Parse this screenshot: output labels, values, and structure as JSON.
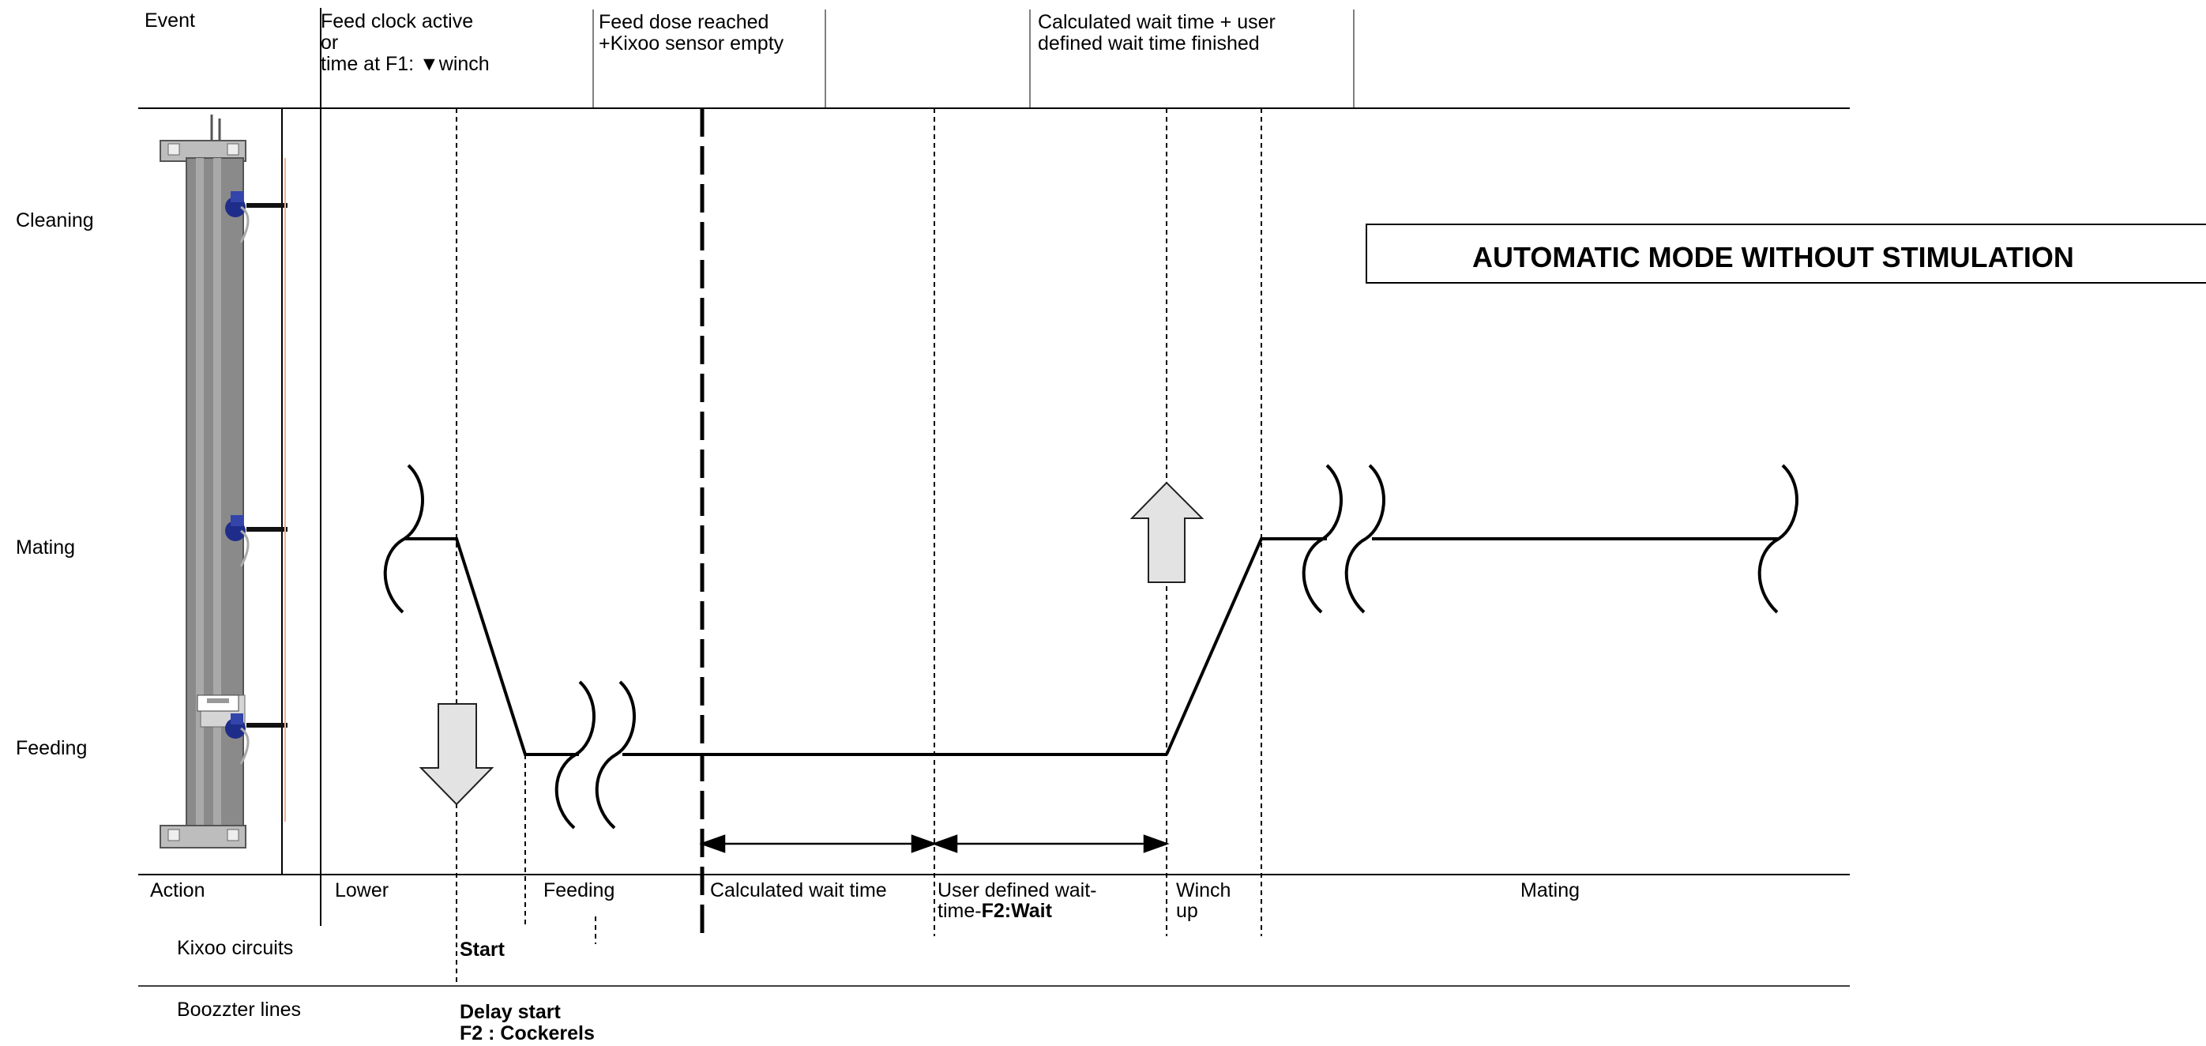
{
  "title": "AUTOMATIC MODE WITHOUT STIMULATION",
  "header_label": "Event",
  "events": [
    {
      "lines": [
        "Feed clock active",
        "or",
        "time at F1:  ▼winch"
      ]
    },
    {
      "lines": [
        "Feed dose reached",
        "+Kixoo sensor empty"
      ]
    },
    {
      "lines": [
        "Calculated wait time + user",
        "defined wait time finished"
      ]
    }
  ],
  "levels": {
    "cleaning": "Cleaning",
    "mating": "Mating",
    "feeding": "Feeding"
  },
  "action_label": "Action",
  "actions": [
    {
      "lines": [
        "Lower"
      ]
    },
    {
      "lines": [
        "Feeding"
      ]
    },
    {
      "lines": [
        "Calculated wait time"
      ]
    },
    {
      "lines": [
        "User defined wait-"
      ],
      "line2_prefix": "time-",
      "line2_bold": "F2:Wait"
    },
    {
      "lines": [
        "Winch",
        "up"
      ]
    },
    {
      "lines": [
        "Mating"
      ]
    }
  ],
  "kixoo": {
    "label": "Kixoo circuits",
    "value": "Start"
  },
  "boozzter": {
    "label": "Boozzter lines",
    "value_lines": [
      "Delay start",
      "F2 : Cockerels"
    ]
  },
  "icons": {
    "winch": "winch-column-icon",
    "arrow_down": "arrow-down-icon",
    "arrow_up": "arrow-up-icon"
  },
  "colors": {
    "arrow_fill": "#e3e3e3",
    "winch_body": "#8a8a8a",
    "motor": "#1f2d8a"
  }
}
